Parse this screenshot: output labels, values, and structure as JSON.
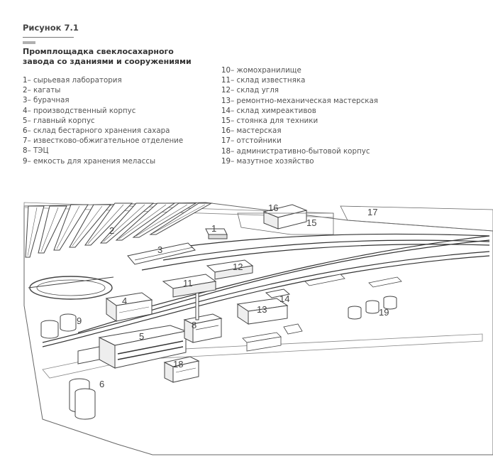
{
  "figure": {
    "label": "Рисунок 7.1",
    "title": "Промплощадка свеклосахарного завода со зданиями и сооружениями"
  },
  "legend_left": [
    {
      "num": "1",
      "text": "сырьевая лаборатория"
    },
    {
      "num": "2",
      "text": "кагаты"
    },
    {
      "num": "3",
      "text": "бурачная"
    },
    {
      "num": "4",
      "text": "производственный корпус"
    },
    {
      "num": "5",
      "text": "главный корпус"
    },
    {
      "num": "6",
      "text": "склад бестарного хранения сахара"
    },
    {
      "num": "7",
      "text": "известково-обжигательное отделение"
    },
    {
      "num": "8",
      "text": "ТЭЦ"
    },
    {
      "num": "9",
      "text": "емкость для хранения мелассы"
    }
  ],
  "legend_right": [
    {
      "num": "10",
      "text": "жомохранилище"
    },
    {
      "num": "11",
      "text": "склад известняка"
    },
    {
      "num": "12",
      "text": "склад угля"
    },
    {
      "num": "13",
      "text": "ремонтно-механическая мастерская"
    },
    {
      "num": "14",
      "text": "склад химреактивов"
    },
    {
      "num": "15",
      "text": "стоянка для техники"
    },
    {
      "num": "16",
      "text": "мастерская"
    },
    {
      "num": "17",
      "text": "отстойники"
    },
    {
      "num": "18",
      "text": "административно-бытовой корпус"
    },
    {
      "num": "19",
      "text": "мазутное хозяйство"
    }
  ],
  "callouts": [
    "1",
    "2",
    "3",
    "4",
    "5",
    "6",
    "8",
    "9",
    "11",
    "12",
    "13",
    "14",
    "15",
    "16",
    "17",
    "18",
    "19"
  ]
}
